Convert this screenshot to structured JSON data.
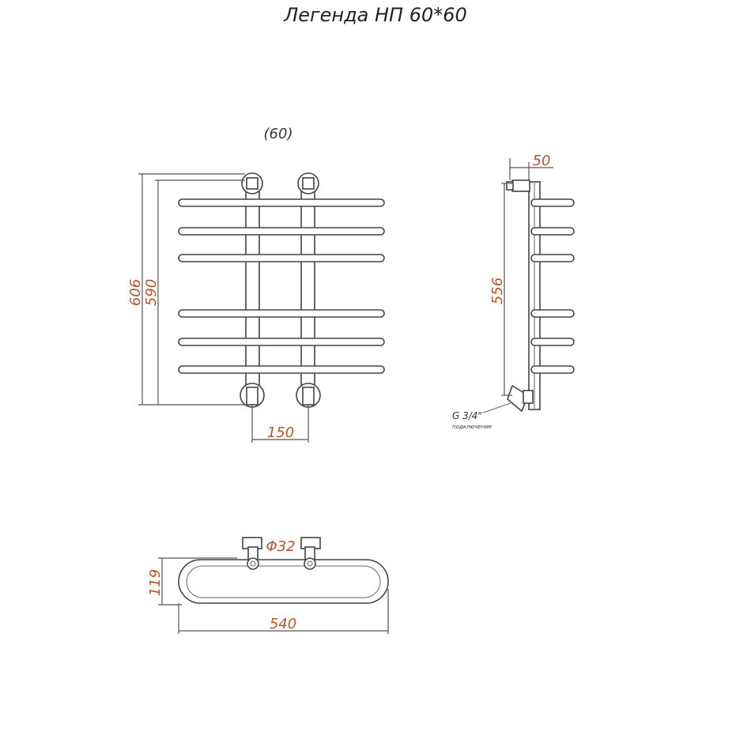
{
  "title": "Легенда НП 60*60",
  "front": {
    "center_distance_label": "(60)",
    "height_outer": "606",
    "height_inner": "590",
    "width_between": "150"
  },
  "side": {
    "depth": "50",
    "height": "556",
    "thread": "G 3/4\"",
    "thread_note": "подключение"
  },
  "top": {
    "diameter": "Φ32",
    "depth": "119",
    "width": "540"
  },
  "colors": {
    "dimension": "#b5532d",
    "line": "#555555"
  }
}
